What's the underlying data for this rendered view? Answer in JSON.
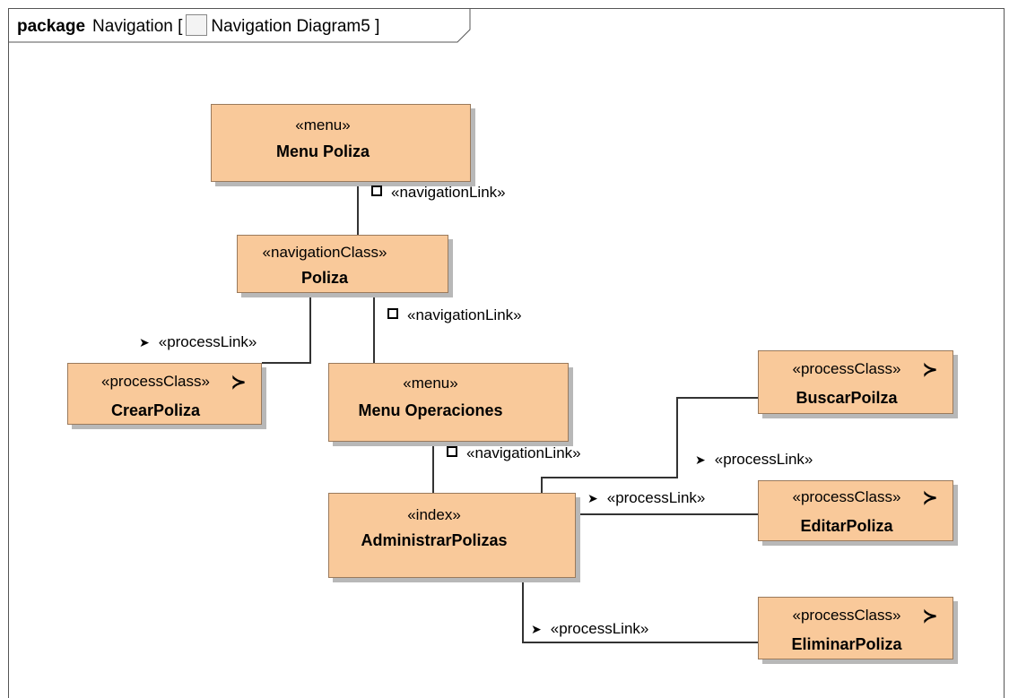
{
  "frame": {
    "keyword": "package",
    "package_name": "Navigation",
    "open_bracket": "[",
    "diagram_icon": "diagram-icon",
    "diagram_name": "Navigation Diagram5",
    "close_bracket": "]"
  },
  "nodes": {
    "menu_poliza": {
      "stereotype": "«menu»",
      "name": "Menu Poliza",
      "icon": "menu-icon"
    },
    "poliza": {
      "stereotype": "«navigationClass»",
      "name": "Poliza",
      "icon": "navigation-class-icon"
    },
    "crear_poliza": {
      "stereotype": "«processClass»",
      "name": "CrearPoliza",
      "icon": "process-class-icon"
    },
    "menu_operaciones": {
      "stereotype": "«menu»",
      "name": "Menu Operaciones",
      "icon": "menu-icon"
    },
    "administrar_polizas": {
      "stereotype": "«index»",
      "name": "AdministrarPolizas",
      "icon": "index-icon"
    },
    "buscar_poilza": {
      "stereotype": "«processClass»",
      "name": "BuscarPoilza",
      "icon": "process-class-icon"
    },
    "editar_poliza": {
      "stereotype": "«processClass»",
      "name": "EditarPoliza",
      "icon": "process-class-icon"
    },
    "eliminar_poliza": {
      "stereotype": "«processClass»",
      "name": "EliminarPoliza",
      "icon": "process-class-icon"
    }
  },
  "links": {
    "nav1": "«navigationLink»",
    "nav2": "«navigationLink»",
    "nav3": "«navigationLink»",
    "proc_crear": "«processLink»",
    "proc_buscar": "«processLink»",
    "proc_editar": "«processLink»",
    "proc_eliminar": "«processLink»"
  },
  "colors": {
    "node_fill": "#f9c99a",
    "node_border": "#9a7a5c",
    "line": "#333333"
  }
}
